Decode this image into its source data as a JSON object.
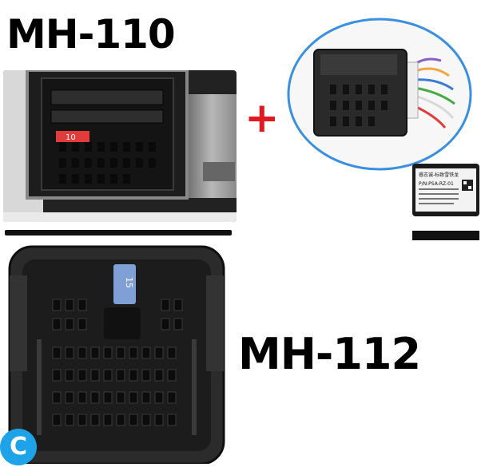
{
  "labels": {
    "model_a": "MH-110",
    "model_b": "MH-112",
    "plus": "+"
  },
  "fuse_a": "10",
  "fuse_b": "15",
  "module_label": {
    "title": "睿志诚-标致雪铁龙",
    "part_no": "P/N:PSA-RZ-01"
  },
  "badge": "C",
  "colors": {
    "plus": "#e11a22",
    "badge": "#1fa3e8",
    "fuse_a": "#e23b3b",
    "fuse_b": "#7f9fd6",
    "harness_ring": "#3a8fe0"
  }
}
